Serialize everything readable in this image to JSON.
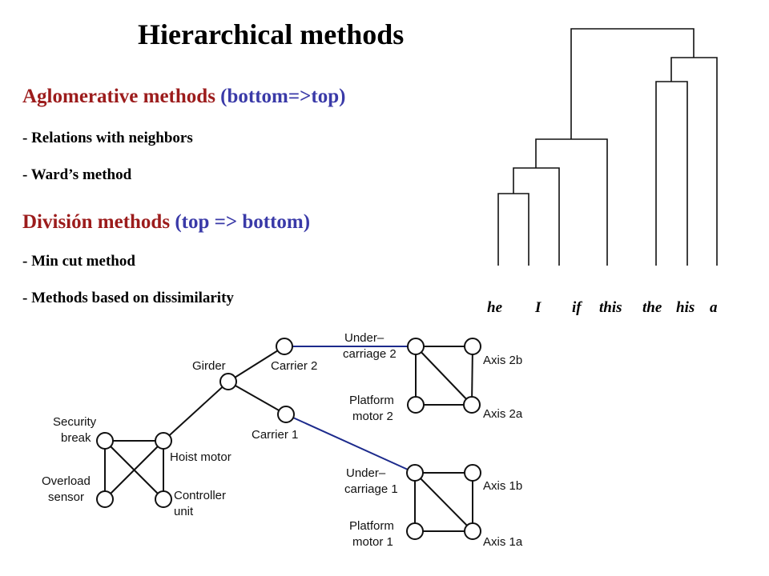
{
  "title": "Hierarchical methods",
  "sections": [
    {
      "heading": "Aglomerative methods",
      "direction": "(bottom=>top)",
      "items": [
        "- Relations with neighbors",
        "- Ward’s  method"
      ]
    },
    {
      "heading": "División methods",
      "direction": "(top => bottom)",
      "items": [
        "- Min cut method",
        "- Methods based on dissimilarity"
      ]
    }
  ],
  "dendrogram": {
    "leaves": [
      "he",
      "I",
      "if",
      "this",
      "the",
      "his",
      "a"
    ]
  },
  "graph": {
    "labels": {
      "security_break": [
        "Security",
        "break"
      ],
      "overload_sensor": [
        "Overload",
        "sensor"
      ],
      "hoist_motor": "Hoist motor",
      "controller_unit": [
        "Controller",
        "unit"
      ],
      "girder": "Girder",
      "carrier_2": "Carrier 2",
      "carrier_1": "Carrier 1",
      "under_carriage_2": [
        "Under–",
        "carriage 2"
      ],
      "platform_motor_2": [
        "Platform",
        "motor 2"
      ],
      "axis_2b": "Axis 2b",
      "axis_2a": "Axis 2a",
      "under_carriage_1": [
        "Under–",
        "carriage 1"
      ],
      "platform_motor_1": [
        "Platform",
        "motor 1"
      ],
      "axis_1b": "Axis 1b",
      "axis_1a": "Axis 1a"
    }
  },
  "colors": {
    "heading": "#9c1c1c",
    "direction": "#3a3aa8",
    "blue_edge": "#1c2a8c"
  }
}
